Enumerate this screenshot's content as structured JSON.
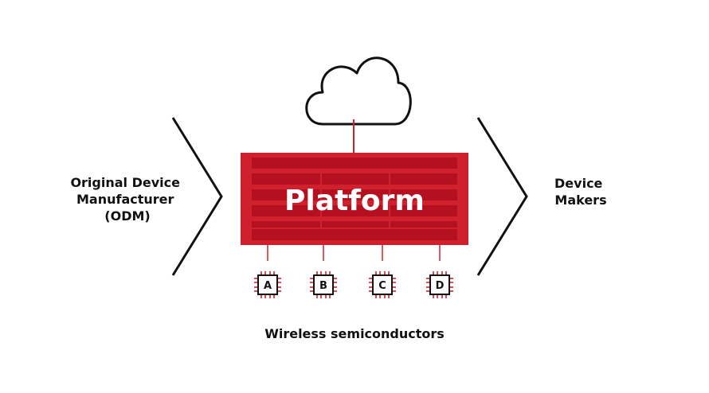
{
  "left_label": {
    "line1": "Original Device",
    "line2": "Manufacturer",
    "line3": "(ODM)"
  },
  "right_label": {
    "line1": "Device",
    "line2": "Makers"
  },
  "platform": {
    "title": "Platform"
  },
  "chips": [
    "A",
    "B",
    "C",
    "D"
  ],
  "bottom_label": "Wireless semiconductors",
  "icons": {
    "cloud": "cloud-icon",
    "chip": "chip-icon",
    "chevron": "chevron-right-icon"
  },
  "colors": {
    "platform_red": "#d0202e",
    "stripe_red": "#b5101f",
    "chip_red": "#d0202e",
    "ink": "#111111"
  }
}
